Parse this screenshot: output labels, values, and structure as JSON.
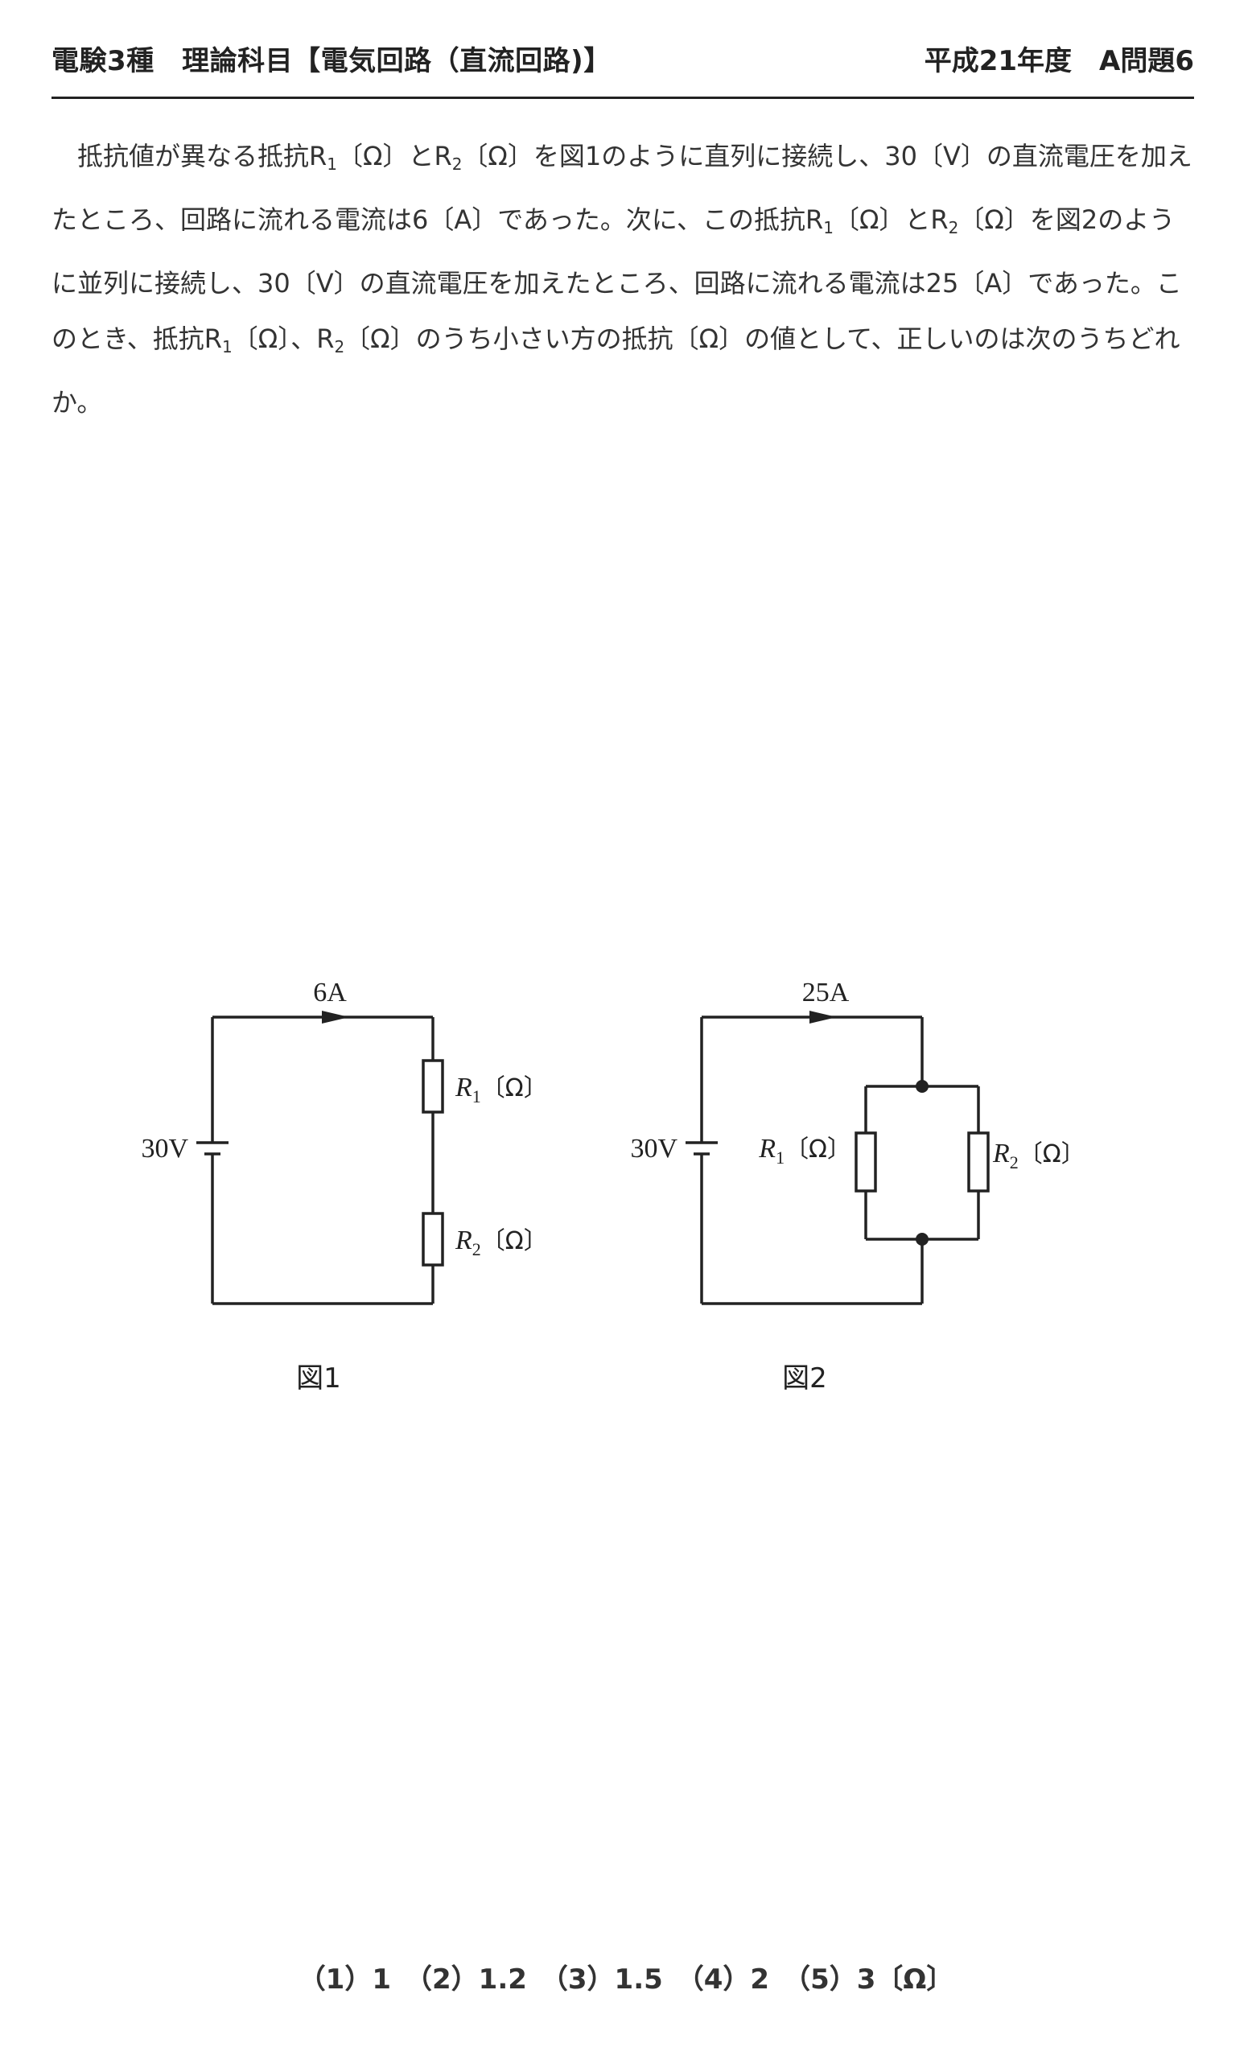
{
  "header": {
    "left": "電験3種　理論科目【電気回路（直流回路)】",
    "right": "平成21年度　A問題6"
  },
  "question": {
    "parts": [
      "抵抗値が異なる抵抗R",
      "1",
      "〔Ω〕とR",
      "2",
      "〔Ω〕を図1のように直列に接続し、30〔V〕の直流電圧を加えたところ、回路に流れる電流は6〔A〕であった。次に、この抵抗R",
      "1",
      "〔Ω〕とR",
      "2",
      "〔Ω〕を図2のように並列に接続し、30〔V〕の直流電圧を加えたところ、回路に流れる電流は25〔A〕であった。このとき、抵抗R",
      "1",
      "〔Ω〕、R",
      "2",
      "〔Ω〕のうち小さい方の抵抗〔Ω〕の値として、正しいのは次のうちどれか。"
    ]
  },
  "figure1": {
    "current": "6A",
    "voltage": "30V",
    "r1": {
      "sym": "R",
      "sub": "1",
      "unit": "〔Ω〕"
    },
    "r2": {
      "sym": "R",
      "sub": "2",
      "unit": "〔Ω〕"
    },
    "caption": "図1"
  },
  "figure2": {
    "current": "25A",
    "voltage": "30V",
    "r1": {
      "sym": "R",
      "sub": "1",
      "unit": "〔Ω〕"
    },
    "r2": {
      "sym": "R",
      "sub": "2",
      "unit": "〔Ω〕"
    },
    "caption": "図2"
  },
  "answers": "（1）1　（2）1.2　（3）1.5　（4）2　（5）3〔Ω〕"
}
